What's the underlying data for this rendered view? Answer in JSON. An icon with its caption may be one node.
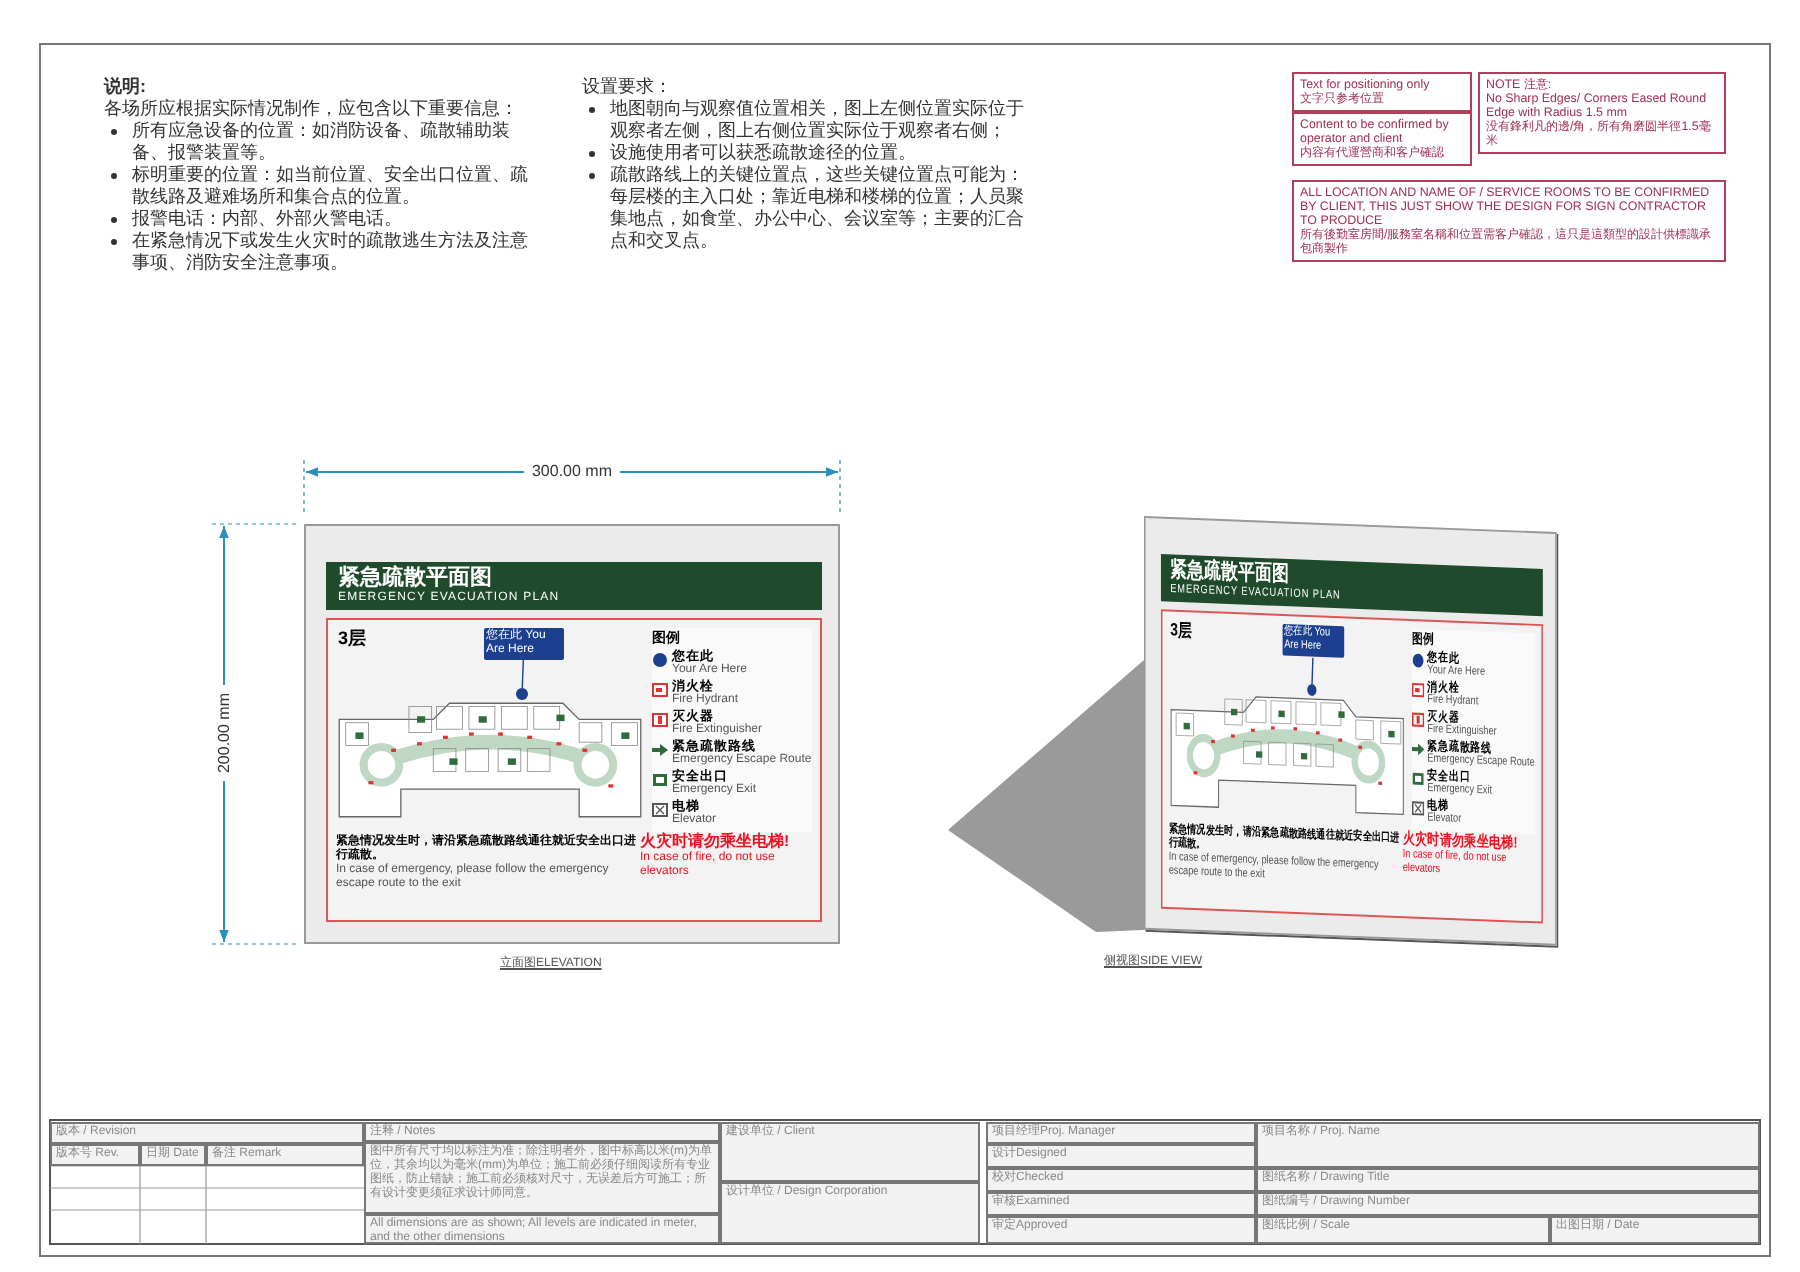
{
  "diagram": {
    "nodes": [
      {
        "text": [
          "Text for positioning only",
          "文字只参考位置"
        ]
      },
      {
        "text": [
          "Content to be confirmed by operator and client",
          "内容有代運營商和客户確認"
        ]
      },
      {
        "text": [
          "NOTE 注意:",
          "No Sharp Edges/ Corners Eased Round Edge with Radius 1.5 mm",
          "没有鋒利凡的邊/角，所有角磨圆半徑1.5毫米"
        ]
      },
      {
        "text": [
          "ALL LOCATION AND NAME OF / SERVICE ROOMS TO BE CONFIRMED BY CLIENT, THIS JUST SHOW THE DESIGN FOR SIGN CONTRACTOR TO PRODUCE",
          "所有後勤室房間/服務室名稱和位置需客户確認，這只是這類型的設計供標識承包商製作"
        ]
      },
      {
        "text": [
          "紧急疏散平面图",
          "EMERGENCY EVACUATION PLAN"
        ]
      },
      {
        "text": [
          "3层"
        ],
        "in": 4
      },
      {
        "text": [
          "您在此 You Are Here"
        ],
        "in": 5
      },
      {
        "text": [],
        "shape": "circle",
        "in": 5
      },
      {
        "text": [
          "图例"
        ],
        "in": 5
      },
      {
        "text": [
          "您在此",
          "Your Are Here"
        ],
        "in": 8
      },
      {
        "text": [
          "消火栓",
          "Fire Hydrant"
        ],
        "in": 8
      },
      {
        "text": [
          "灭火器",
          "Fire Extinguisher"
        ],
        "in": 8
      },
      {
        "text": [
          "紧急疏散路线",
          "Emergency Escape Route"
        ],
        "in": 8
      },
      {
        "text": [
          "安全出口",
          "Emergency Exit"
        ],
        "in": 8
      },
      {
        "text": [
          "电梯",
          "Elevator"
        ],
        "in": 8
      },
      {
        "text": [
          "紧急情况发生时，请沿紧急疏散路线通往就近安全出口进行疏散。",
          "In case of emergency, please follow the emergency escape route to the exit"
        ],
        "in": 5
      },
      {
        "text": [
          "火灾时请勿乘坐电梯!",
          "In case of fire, do not use elevators"
        ],
        "in": 5
      },
      {
        "text": [
          "紧急疏散平面图",
          "EMERGENCY EVACUATION PLAN"
        ]
      },
      {
        "text": [
          "3层"
        ],
        "in": 17
      },
      {
        "text": [
          "您在此 You Are Here"
        ],
        "in": 18
      },
      {
        "text": [],
        "shape": "circle",
        "in": 18
      },
      {
        "text": [
          "图例"
        ],
        "in": 18
      },
      {
        "text": [
          "您在此",
          "Your Are Here"
        ],
        "in": 21
      },
      {
        "text": [
          "消火栓",
          "Fire Hydrant"
        ],
        "in": 21
      },
      {
        "text": [
          "灭火器",
          "Fire Extinguisher"
        ],
        "in": 21
      },
      {
        "text": [
          "紧急疏散路线",
          "Emergency Escape Route"
        ],
        "in": 21
      },
      {
        "text": [
          "安全出口",
          "Emergency Exit"
        ],
        "in": 21
      },
      {
        "text": [
          "电梯",
          "Elevator"
        ],
        "in": 21
      },
      {
        "text": [
          "紧急情况发生时，请沿紧急疏散路线通往就近安全出口进行疏散。",
          "In case of emergency, please follow the emergency escape route to the exit"
        ],
        "in": 18
      },
      {
        "text": [
          "火灾时请勿乘坐电梯!",
          "In case of fire, do not use elevators"
        ],
        "in": 18
      }
    ],
    "edges": [
      {
        "from": 6,
        "to": 7,
        "arrow": "none"
      },
      {
        "from": 19,
        "to": 20,
        "arrow": "none"
      }
    ],
    "labels": [
      "说明:",
      "各场所应根据实际情况制作，应包含以下重要信息：",
      "所有应急设备的位置：如消防设备、疏散辅助装备、报警装置等。",
      "标明重要的位置：如当前位置、安全出口位置、疏散线路及避难场所和集合点的位置。",
      "报警电话：内部、外部火警电话。",
      "在紧急情况下或发生火灾时的疏散逃生方法及注意事项、消防安全注意事项。",
      "设置要求：",
      "地图朝向与观察值位置相关，图上左侧位置实际位于观察者左侧，图上右侧位置实际位于观察者右侧；",
      "设施使用者可以获悉疏散途径的位置。",
      "疏散路线上的关键位置点，这些关键位置点可能为：每层楼的主入口处；靠近电梯和楼梯的位置；人员聚集地点，如食堂、办公中心、会议室等；主要的汇合点和交叉点。",
      "300.00 mm",
      "200.00 mm",
      "立面图ELEVATION",
      "侧视图SIDE VIEW",
      "版本 / Revision",
      "版本号 Rev.",
      "日期 Date",
      "备注 Remark",
      "注释 / Notes",
      "图中所有尺寸均以标注为准；除注明者外，图中标高以米(m)为单位，其余均以为毫米(mm)为单位；施工前必须仔细阅读所有专业图纸，防止错缺；施工前必须核对尺寸，无误差后方可施工；所有设计变更须征求设计师同意。",
      "All dimensions are as shown; All levels are indicated in meter, and the other dimensions",
      "建设单位 / Client",
      "设计单位 / Design Corporation",
      "项目经理Proj. Manager",
      "项目名称 / Proj. Name",
      "设计Designed",
      "校对Checked",
      "图纸名称 / Drawing Title",
      "审核Examined",
      "图纸编号 / Drawing Number",
      "审定Approved",
      "图纸比例 / Scale",
      "出图日期 / Date"
    ]
  }
}
